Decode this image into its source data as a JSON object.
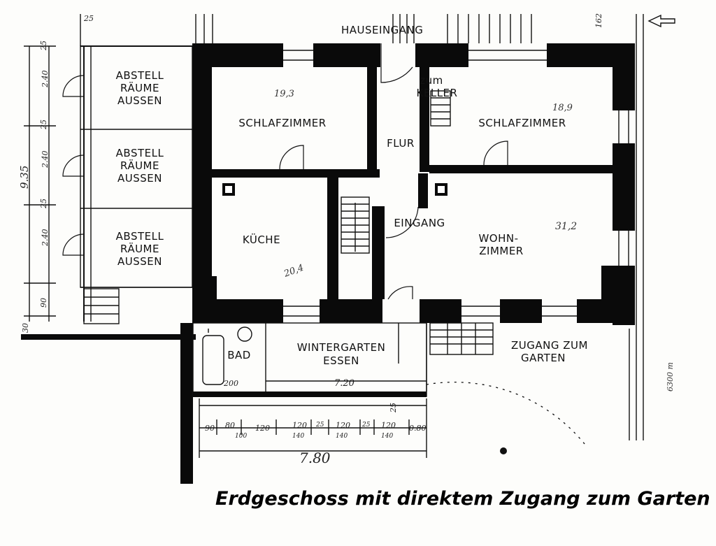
{
  "plan": {
    "title_entrance": "HAUSEINGANG",
    "rooms": {
      "storage_1": [
        "ABSTELL",
        "RÄUME",
        "AUSSEN"
      ],
      "storage_2": [
        "ABSTELL",
        "RÄUME",
        "AUSSEN"
      ],
      "storage_3": [
        "ABSTELL",
        "RÄUME",
        "AUSSEN"
      ],
      "bedroom_left": "SCHLAFZIMMER",
      "bedroom_right": "SCHLAFZIMMER",
      "hall": "FLUR",
      "cellar_1": "zum",
      "cellar_2": "KELLER",
      "kitchen": "KÜCHE",
      "entrance": "EINGANG",
      "living_1": "WOHN-",
      "living_2": "ZIMMER",
      "bath": "BAD",
      "winter_1": "WINTERGARTEN",
      "winter_2": "ESSEN",
      "garden_1": "ZUGANG ZUM",
      "garden_2": "GARTEN"
    },
    "dimensions": {
      "d25_top": "25",
      "d162": "162",
      "d240_a": "2.40",
      "d240_b": "2.40",
      "d240_c": "2.40",
      "d25_a": "25",
      "d25_b": "25",
      "d25_c": "25",
      "d935": "9.35",
      "d90": "90",
      "d30": "30",
      "d720": "7.20",
      "d200": "200",
      "d780": "7.80",
      "area_bed_left": "19,3",
      "area_bed_right": "18,9",
      "area_kitchen": "20,4",
      "area_living": "31,2",
      "d6300": "6300 m",
      "seg_90": "90",
      "seg_80": "80",
      "seg_100": "100",
      "seg_120a": "120",
      "seg_120b": "120",
      "seg_140a": "140",
      "seg_25a": "25",
      "seg_120c": "120",
      "seg_140b": "140",
      "seg_25b": "25",
      "seg_120d": "120",
      "seg_140c": "140",
      "seg_080": "0.80",
      "d25_w": "25"
    },
    "caption": "Erdgeschoss mit direktem Zugang zum Garten"
  }
}
